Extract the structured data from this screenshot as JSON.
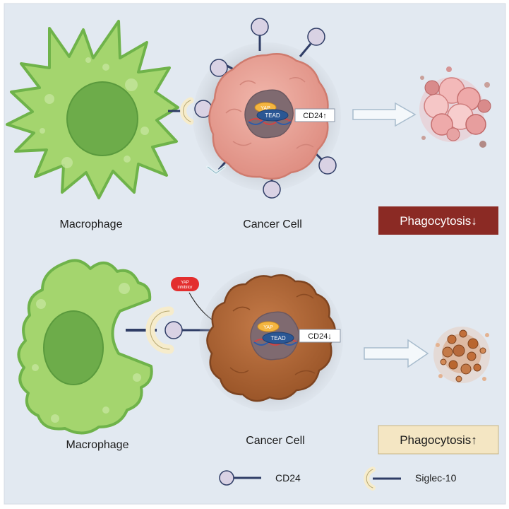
{
  "top_panel": {
    "macrophage_label": "Macrophage",
    "cancer_cell_label": "Cancer Cell",
    "yap_label": "YAP",
    "tead_label": "TEAD",
    "cd24_status": "CD24↑",
    "result_label": "Phagocytosis↓"
  },
  "bottom_panel": {
    "macrophage_label": "Macrophage",
    "cancer_cell_label": "Cancer Cell",
    "inhibitor_line1": "YAP",
    "inhibitor_line2": "inhibitor",
    "yap_label": "YAP",
    "tead_label": "TEAD",
    "cd24_status": "CD24↓",
    "result_label": "Phagocytosis↑"
  },
  "legend": {
    "cd24_label": "CD24",
    "siglec_label": "Siglec-10"
  },
  "colors": {
    "background": "#e2e9f1",
    "macrophage_fill": "#a4d56e",
    "macrophage_nucleus": "#6dac4a",
    "top_cancer_cell": "#e9a397",
    "bottom_cancer_cell": "#b76a3c",
    "result_down_bg": "#8b2a24",
    "result_up_bg": "#f4e6c3",
    "receptor_line": "#2f3d66"
  }
}
